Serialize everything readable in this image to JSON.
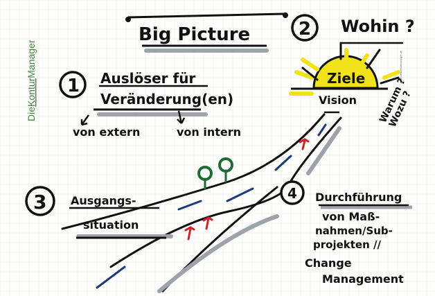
{
  "logo": {
    "prefix": "Die",
    "brand1": "Kontur",
    "brand2": "Manager",
    "website": "www.diekonturmanager.de"
  },
  "title": "Big Picture",
  "steps": [
    {
      "number": "1",
      "lines": [
        "Auslöser für",
        "Veränderung(en)"
      ],
      "sub": [
        "von extern",
        "von intern"
      ]
    },
    {
      "number": "2",
      "lines": [
        "Wohin ?"
      ],
      "sun_label": "Ziele",
      "below": "Vision",
      "side": [
        "Warum ?",
        "Wozu ?"
      ]
    },
    {
      "number": "3",
      "lines": [
        "Ausgangs-",
        "situation"
      ]
    },
    {
      "number": "4",
      "lines": [
        "Durchführung",
        "von Maß-",
        "nahmen/Sub-",
        "projekten //",
        "Change",
        "Management"
      ]
    }
  ],
  "colors": {
    "ink": "#111111",
    "shadow": "#9ea3ab",
    "sun": "#f2e21a",
    "road_mark": "#1d3a7a",
    "tree": "#1f6b36",
    "arrow": "#d3202a",
    "logo": "#3c8a3a"
  }
}
